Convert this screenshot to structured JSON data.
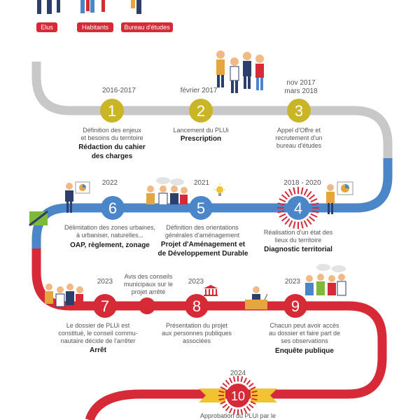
{
  "colors": {
    "gray": "#c8c8c8",
    "blue": "#4a86c8",
    "red": "#d62a37",
    "yellow": "#c9b526"
  },
  "legend": [
    "Elus",
    "Habitants",
    "Bureau d'études"
  ],
  "steps": [
    {
      "number": "1",
      "date": "2016-2017",
      "desc": [
        "Définition des enjeux",
        "et besoins du territoire"
      ],
      "title": [
        "Rédaction du cahier",
        "des charges"
      ]
    },
    {
      "number": "2",
      "date": "février 2017",
      "desc": [
        "Lancement du PLUi"
      ],
      "title": [
        "Prescription"
      ]
    },
    {
      "number": "3",
      "date": [
        "nov 2017",
        "mars  2018"
      ],
      "desc": [
        "Appel d'Offre et",
        "recrutement d'un",
        "bureau d'études"
      ],
      "title": []
    },
    {
      "number": "4",
      "date": "2018 - 2020",
      "desc": [
        "Réalisation d'un état des",
        "lieux du territoire"
      ],
      "title": [
        "Diagnostic territorial"
      ]
    },
    {
      "number": "5",
      "date": "2021",
      "desc": [
        "Définition des orientations",
        "générales d'aménagement"
      ],
      "title": [
        "Projet d'Aménagement et",
        "de Développement Durable"
      ]
    },
    {
      "number": "6",
      "date": "2022",
      "desc": [
        "Délimitation des zones urbaines,",
        "à urbaniser, naturelles..."
      ],
      "title": [
        "OAP, règlement, zonage"
      ]
    },
    {
      "number": "7",
      "date": "2023",
      "desc": [
        "Le dossier de PLUi est",
        "constitué, le conseil commu-",
        "nautaire décide de l'arrêter"
      ],
      "title": [
        "Arrêt"
      ]
    },
    {
      "number": "8",
      "date": "2023",
      "desc": [
        "Présentation du projet",
        "aux personnes publiques",
        "associées"
      ],
      "title": []
    },
    {
      "number": "9",
      "date": "2023",
      "desc": [
        "Chacun peut avoir accès",
        "au dossier et faire part de",
        "ses observations"
      ],
      "title": [
        "Enquête publique"
      ]
    },
    {
      "number": "10",
      "date": "2024",
      "desc": [
        "Approbation du PLUi par le"
      ],
      "title": []
    }
  ],
  "midstep": {
    "desc": [
      "Avis des conseils",
      "municipaux sur le",
      "projet arrêté"
    ]
  }
}
